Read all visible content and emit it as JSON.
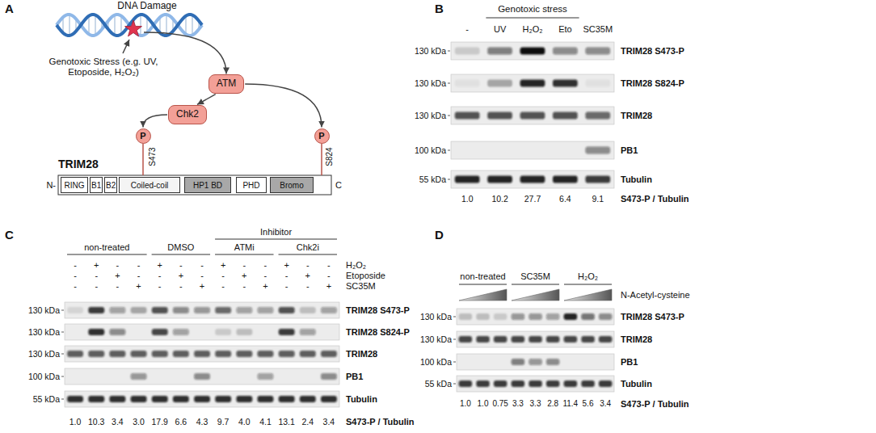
{
  "diagram": {
    "nodes": [
      {
        "text": [
          "ATM"
        ]
      },
      {
        "text": [
          "Chk2"
        ]
      },
      {
        "text": [
          "P"
        ]
      },
      {
        "text": [
          "P"
        ]
      },
      {
        "text": [
          "RING"
        ]
      },
      {
        "text": [
          "B1"
        ]
      },
      {
        "text": [
          "B2"
        ]
      },
      {
        "text": [
          "Coiled-coil"
        ]
      },
      {
        "text": [
          "HP1 BD"
        ]
      },
      {
        "text": [
          "PHD"
        ]
      },
      {
        "text": [
          "Bromo"
        ]
      }
    ],
    "edges": [
      {
        "from": 0,
        "to": 1,
        "arrow": "to"
      },
      {
        "from": 1,
        "to": 2,
        "arrow": "to"
      },
      {
        "from": 0,
        "to": 3,
        "arrow": "to"
      }
    ],
    "labels": [
      "A",
      "DNA Damage",
      "Genotoxic Stress (e.g. UV, Etoposide, H₂O₂)",
      "S473",
      "S824",
      "TRIM28",
      "N-",
      "C",
      "B",
      "Genotoxic stress",
      "-",
      "UV",
      "H₂O₂",
      "Eto",
      "SC35M",
      "130 kDa",
      "TRIM28 S473-P",
      "130 kDa",
      "TRIM28 S824-P",
      "130 kDa",
      "TRIM28",
      "100 kDa",
      "PB1",
      "55 kDa",
      "Tubulin",
      "1.0",
      "10.2",
      "27.7",
      "6.4",
      "9.1",
      "S473-P / Tubulin",
      "C",
      "non-treated",
      "DMSO",
      "Inhibitor",
      "ATMi",
      "Chk2i",
      "-",
      "+",
      "-",
      "-",
      "+",
      "-",
      "-",
      "+",
      "-",
      "-",
      "+",
      "-",
      "-",
      "H₂O₂",
      "-",
      "-",
      "+",
      "-",
      "-",
      "+",
      "-",
      "-",
      "+",
      "-",
      "-",
      "+",
      "-",
      "Etoposide",
      "-",
      "-",
      "-",
      "+",
      "-",
      "-",
      "+",
      "-",
      "-",
      "+",
      "-",
      "-",
      "+",
      "SC35M",
      "130 kDa",
      "TRIM28 S473-P",
      "130 kDa",
      "TRIM28 S824-P",
      "130 kDa",
      "TRIM28",
      "100 kDa",
      "PB1",
      "55 kDa",
      "Tubulin",
      "1.0",
      "10.3",
      "3.4",
      "3.0",
      "17.9",
      "6.6",
      "4.3",
      "9.7",
      "4.0",
      "4.1",
      "13.1",
      "2.4",
      "3.4",
      "S473-P / Tubulin",
      "D",
      "non-treated",
      "SC35M",
      "H₂O₂",
      "N-Acetyl-cysteine",
      "130 kDa",
      "TRIM28 S473-P",
      "130 kDa",
      "TRIM28",
      "100 kDa",
      "PB1",
      "55 kDa",
      "Tubulin",
      "1.0",
      "1.0",
      "0.75",
      "3.3",
      "3.3",
      "2.8",
      "11.4",
      "5.6",
      "3.4",
      "S473-P / Tubulin"
    ]
  }
}
